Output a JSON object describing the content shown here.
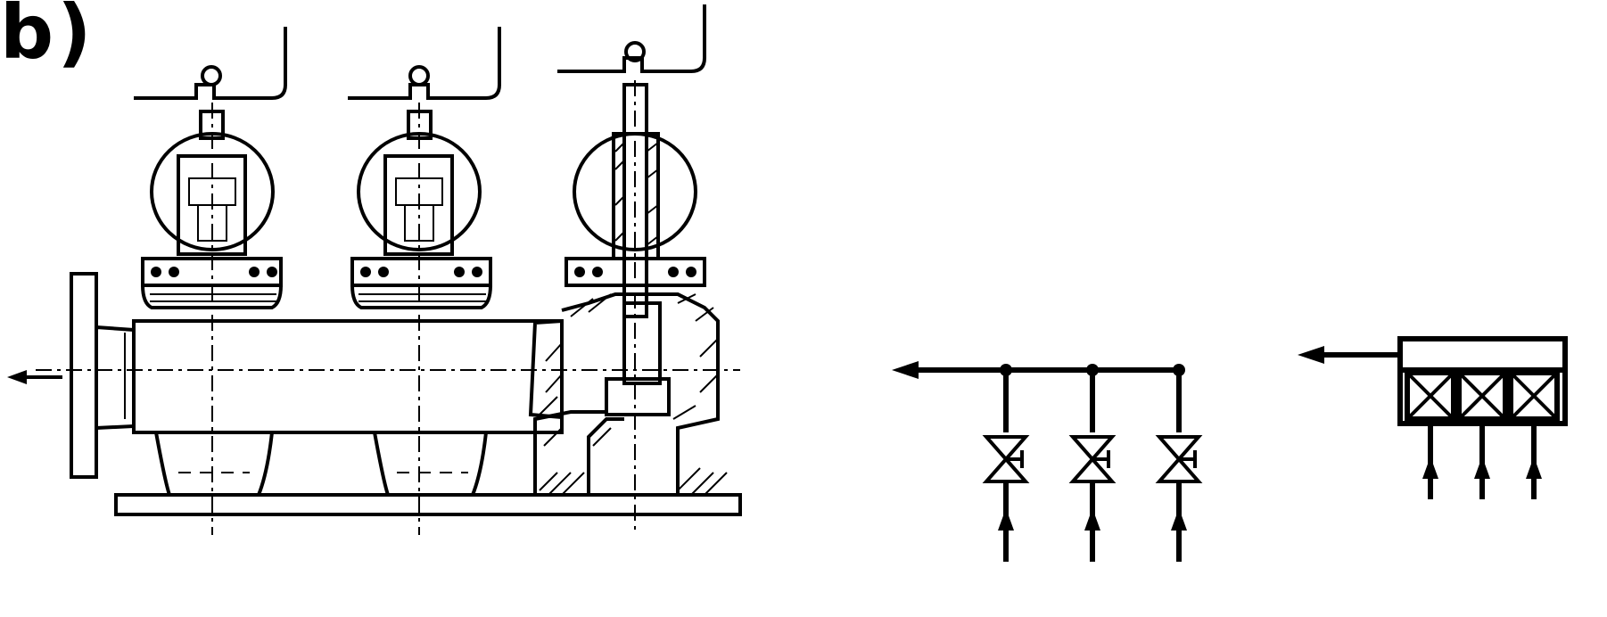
{
  "figure": {
    "label": "b)",
    "colors": {
      "ink": "#000000",
      "paper": "#ffffff"
    },
    "manifold_drawing": {
      "valve_count": 3,
      "sectioned_valve": 3
    },
    "pipe_schematic": {
      "branch_count": 3,
      "symbol": "globe-valve"
    },
    "block_schematic": {
      "cell_count": 3,
      "symbol": "crossed-box"
    }
  }
}
